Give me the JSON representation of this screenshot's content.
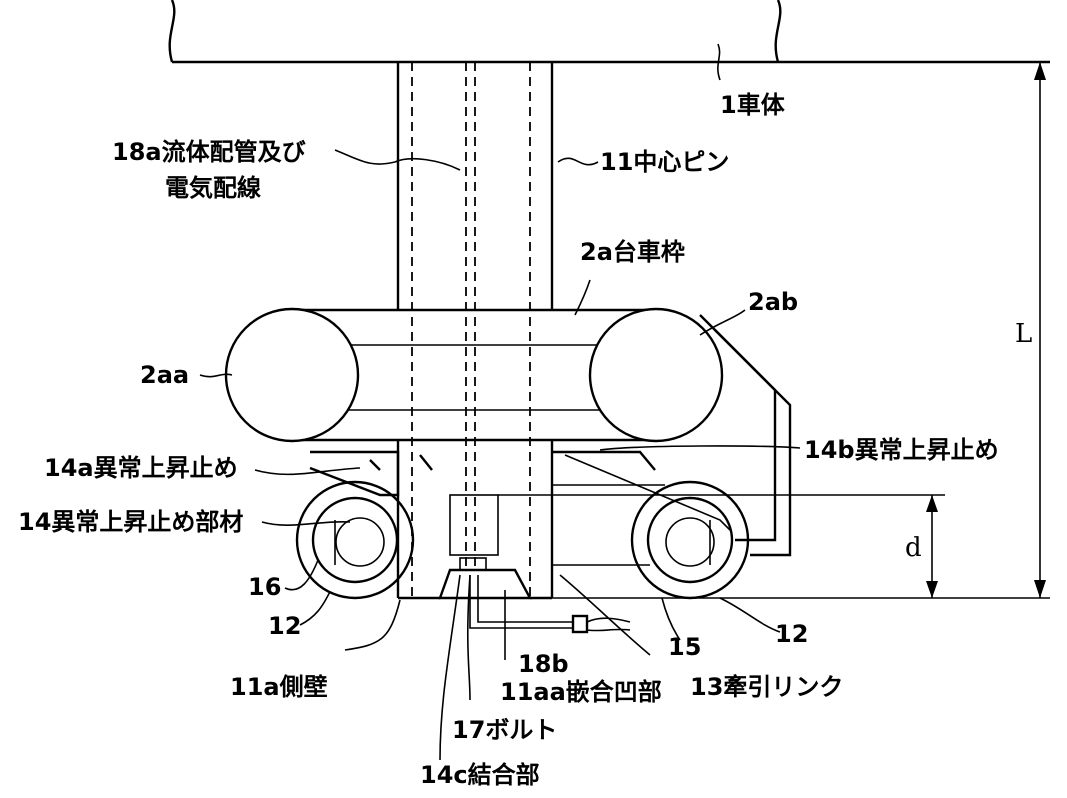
{
  "labels": {
    "car_body": "1車体",
    "fluid_piping_1": "18a流体配管及び",
    "fluid_piping_2": "電気配線",
    "center_pin": "11中心ピン",
    "bogie_frame": "2a台車枠",
    "frame_ab": "2ab",
    "frame_aa": "2aa",
    "stop_14b": "14b異常上昇止め",
    "stop_14a": "14a異常上昇止め",
    "stop_member_14": "14異常上昇止め部材",
    "part_16": "16",
    "part_12_left": "12",
    "part_12_right": "12",
    "part_15": "15",
    "part_18b": "18b",
    "side_wall": "11a側壁",
    "fitting_recess": "11aa嵌合凹部",
    "traction_link": "13牽引リンク",
    "bolt": "17ボルト",
    "coupling": "14c結合部",
    "dim_L": "L",
    "dim_d": "d"
  }
}
